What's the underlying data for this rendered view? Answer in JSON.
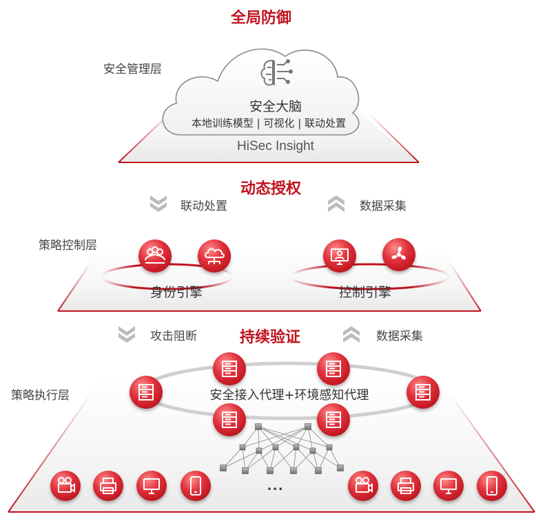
{
  "top_title": "全局防御",
  "management": {
    "layer_label": "安全管理层",
    "brain_title": "安全大脑",
    "brain_subtitle": "本地训练模型 | 可视化 | 联动处置",
    "product": "HiSec Insight"
  },
  "dynamic_auth": {
    "title": "动态授权",
    "down_label": "联动处置",
    "up_label": "数据采集"
  },
  "control": {
    "layer_label": "策略控制层",
    "identity_engine": "身份引擎",
    "control_engine": "控制引擎"
  },
  "continuous": {
    "title": "持续验证",
    "down_label": "攻击阻断",
    "up_label": "数据采集"
  },
  "execution": {
    "layer_label": "策略执行层",
    "agent_label": "安全接入代理+环境感知代理",
    "ellipsis": "..."
  },
  "colors": {
    "accent": "#c0121e",
    "ball": "#d6222e",
    "chevron": "#bcbcbc"
  }
}
